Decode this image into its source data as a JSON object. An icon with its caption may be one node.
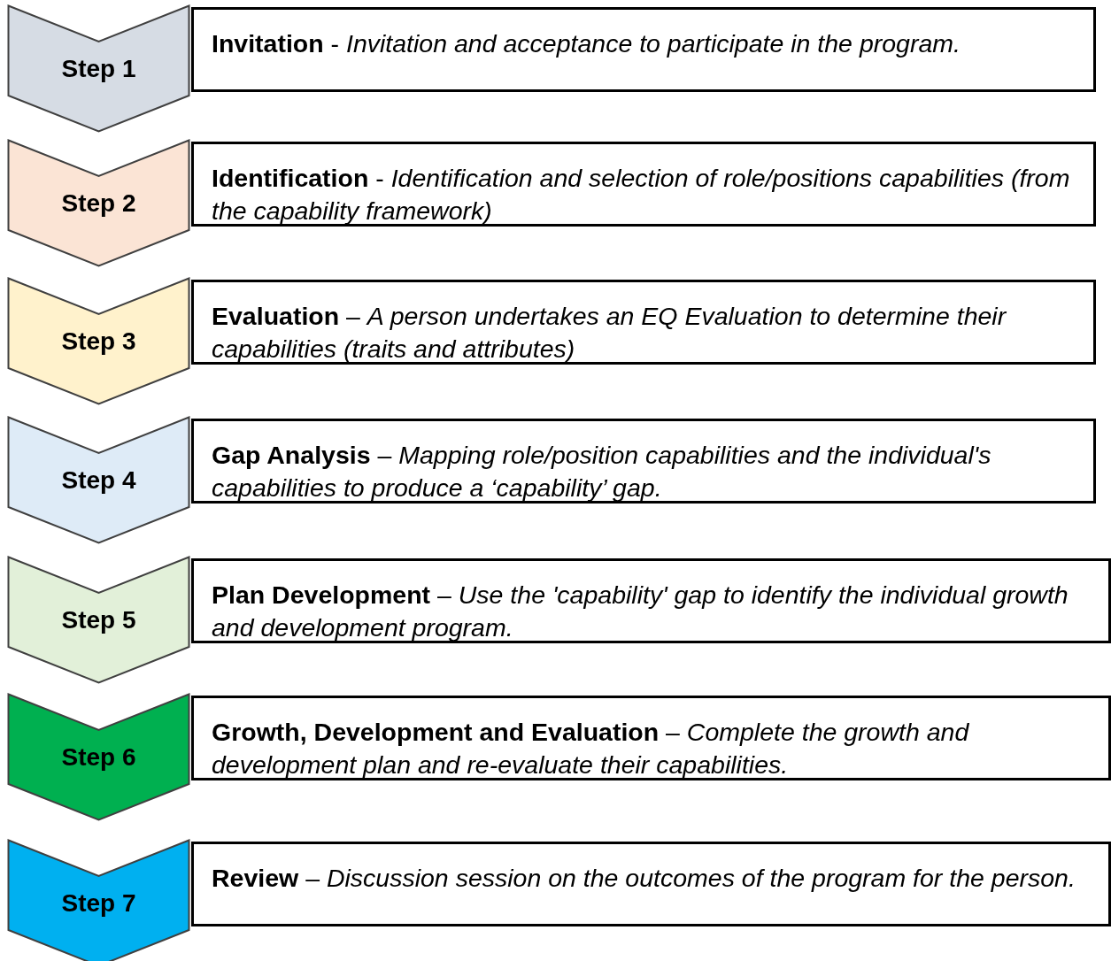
{
  "diagram": {
    "nodes": [
      {
        "text": [
          "Step 1"
        ]
      },
      {
        "text": [
          "**Invitation** - *Invitation and acceptance to participate in the program.*"
        ]
      },
      {
        "text": [
          "Step 2"
        ]
      },
      {
        "text": [
          "**Identification** - *Identification and selection of role/positions capabilities (from the capability framework)*"
        ]
      },
      {
        "text": [
          "Step 3"
        ]
      },
      {
        "text": [
          "**Evaluation** – *A person undertakes an EQ Evaluation to determine their capabilities (traits and attributes)*"
        ]
      },
      {
        "text": [
          "Step 4"
        ]
      },
      {
        "text": [
          "**Gap Analysis** – *Mapping role/position capabilities and the individual's capabilities to produce a ‘capability’ gap.*"
        ]
      },
      {
        "text": [
          "Step 5"
        ]
      },
      {
        "text": [
          "**Plan Development** – *Use the 'capability' gap to identify the individual growth and development program.*"
        ]
      },
      {
        "text": [
          "Step 6"
        ]
      },
      {
        "text": [
          "**Growth, Development and Evaluation** – *Complete the growth and development plan and re-evaluate their capabilities.*"
        ]
      },
      {
        "text": [
          "Step 7"
        ]
      },
      {
        "text": [
          "**Review** – *Discussion session on the outcomes of the program for the person.*"
        ]
      }
    ]
  }
}
